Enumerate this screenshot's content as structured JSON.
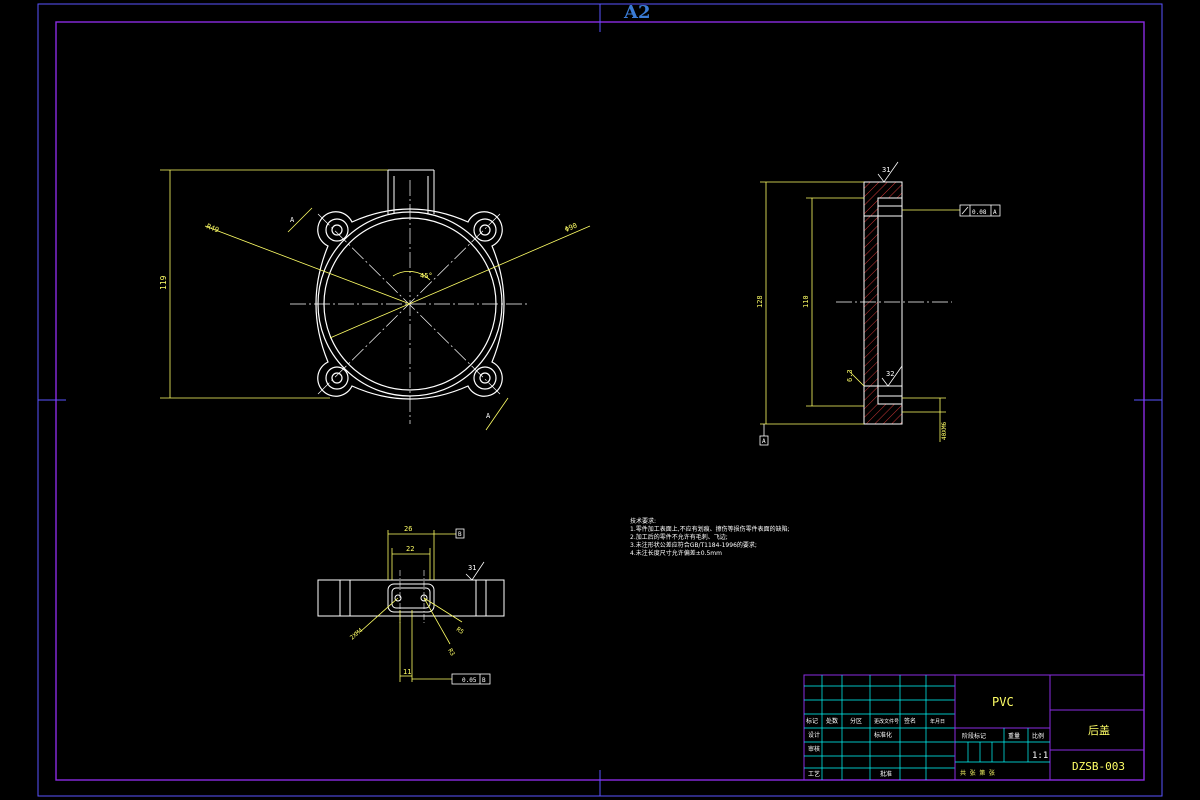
{
  "sheet": {
    "size_label": "A2"
  },
  "front_view": {
    "dim_height": "119",
    "dim_radius": "R49",
    "dim_diameter": "Φ90",
    "dim_angle": "45°",
    "section_mark_top": "A",
    "section_mark_bottom": "A"
  },
  "side_view": {
    "roughness_top": "31",
    "roughness_bottom": "32",
    "dim_overall": "128",
    "dim_inner": "110",
    "dim_small": "6.3",
    "tolerance": "0.08",
    "datum_ref": "A",
    "datum_label": "A",
    "dim_thickness": "40XM6"
  },
  "detail_view": {
    "dim_width_outer": "26",
    "dim_width_inner": "22",
    "datum_label": "B",
    "roughness": "31",
    "dim_thread": "2XM4",
    "dim_r1": "R5",
    "dim_r2": "R3",
    "dim_bottom": "11",
    "tolerance": "0.05",
    "tolerance_ref": "B"
  },
  "notes": {
    "title": "技术要求:",
    "items": [
      "1.零件加工表面上,不应有划痕、擦伤等损伤零件表面的缺陷;",
      "2.加工后的零件不允许有毛刺、飞边;",
      "3.未注形状公差应符合GB/T1184-1996的要求;",
      "4.未注长度尺寸允许偏差±0.5mm"
    ]
  },
  "title_block": {
    "material": "PVC",
    "part_name": "后盖",
    "drawing_number": "DZSB-003",
    "scale": "1:1",
    "headers": [
      "标记",
      "处数",
      "分区",
      "更改文件号",
      "签名",
      "年月日"
    ],
    "roles": [
      "设计",
      "标准化",
      "审核",
      "工艺",
      "批准"
    ],
    "stage_label": "阶段标记",
    "weight_label": "重量",
    "scale_label": "比例",
    "sheet_info": "共 张 第 张"
  }
}
